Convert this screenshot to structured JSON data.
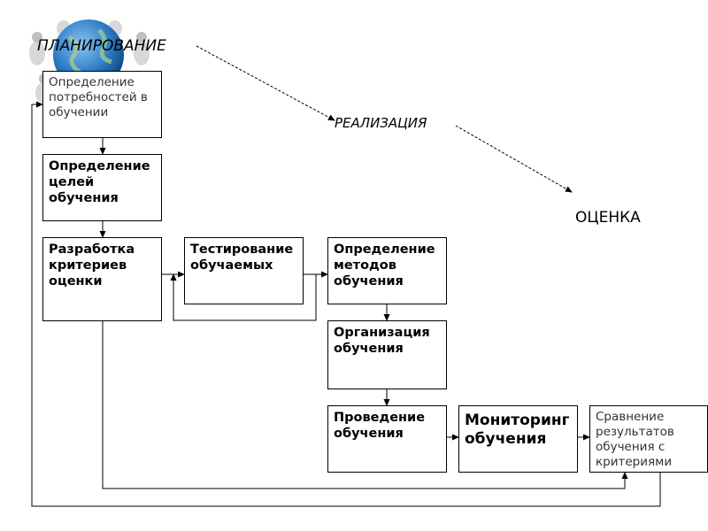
{
  "phases": {
    "planning": "ПЛАНИРОВАНИЕ",
    "implementation": "РЕАЛИЗАЦИЯ",
    "evaluation": "ОЦЕНКА"
  },
  "boxes": {
    "needs": "Определение потребностей в обучении",
    "goals": "Определение целей обучения",
    "criteria": "Разработка критериев оценки",
    "testing": "Тестирование обучаемых",
    "methods": "Определение методов обучения",
    "organization": "Организация обучения",
    "conduct": "Проведение обучения",
    "monitoring": "Мониторинг обучения",
    "comparison": "Сравнение результатов обучения с критериями"
  },
  "colors": {
    "line": "#000000",
    "globe": "#2f7fc9"
  }
}
